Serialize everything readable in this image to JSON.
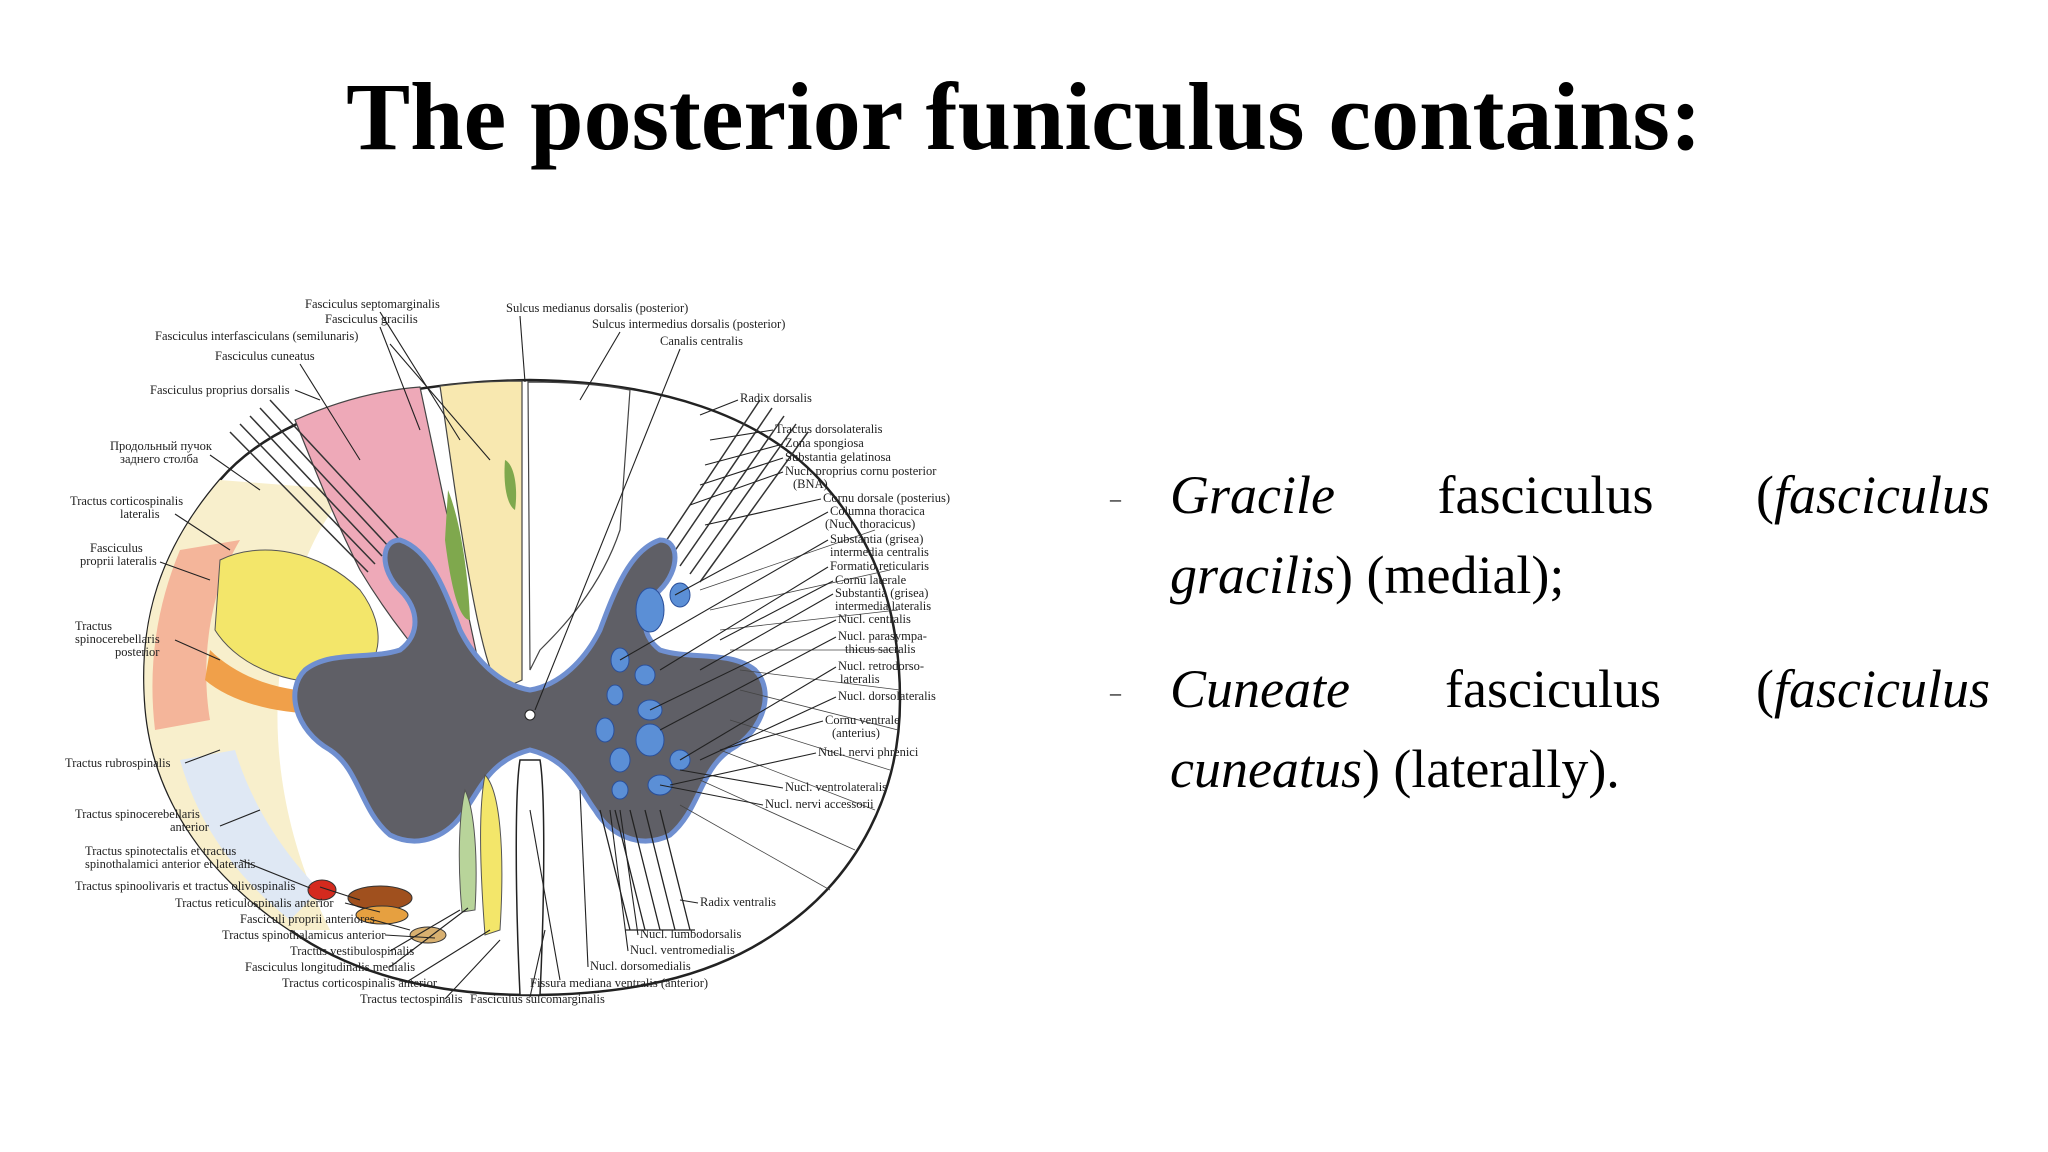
{
  "slide": {
    "title": "The posterior funiculus contains:"
  },
  "bullets": [
    {
      "marker": "–",
      "parts": [
        "Gracile",
        " fasciculus (",
        "fasciculus gracilis",
        ") (medial);"
      ]
    },
    {
      "marker": "–",
      "parts": [
        "Cuneate",
        " fasciculus (",
        "fasciculus cuneatus",
        ") (laterally)."
      ]
    }
  ],
  "figure": {
    "labels_left": [
      "Fasciculus septomarginalis",
      "Fasciculus gracilis",
      "Fasciculus interfasciculans (semilunaris)",
      "Fasciculus cuneatus",
      "Fasciculus proprius dorsalis",
      "Продольный пучок",
      "заднего столба",
      "Tractus corticospinalis",
      "lateralis",
      "Fasciculus",
      "proprii lateralis",
      "Tractus",
      "spinocerebellaris",
      "posterior",
      "Tractus rubrospinalis",
      "Tractus spinocerebellaris",
      "anterior",
      "Tractus spinotectalis et tractus",
      "spinothalamici anterior et lateralis",
      "Tractus spinoolivaris et tractus olivospinalis",
      "Tractus reticulospinalis anterior",
      "Fasciculi proprii anteriores",
      "Tractus spinothalamicus anterior",
      "Tractus vestibulospinalis",
      "Fasciculus longitudinalis medialis",
      "Tractus corticospinalis anterior",
      "Tractus tectospinalis"
    ],
    "labels_top": [
      "Sulcus medianus dorsalis (posterior)",
      "Sulcus intermedius dorsalis (posterior)",
      "Canalis centralis"
    ],
    "labels_right": [
      "Radix dorsalis",
      "Tractus dorsolateralis",
      "Zona spongiosa",
      "Substantia gelatinosa",
      "Nucl. proprius cornu posterior",
      "(BNA)",
      "Cornu dorsale (posterius)",
      "Columna thoracica",
      "(Nucl. thoracicus)",
      "Substantia (grisea)",
      "intermedia centralis",
      "Formatio reticularis",
      "Cornu laterale",
      "Substantia (grisea)",
      "intermedia lateralis",
      "Nucl. centralis",
      "Nucl. parasympa-",
      "thicus sacralis",
      "Nucl. retrodorso-",
      "lateralis",
      "Nucl. dorsolateralis",
      "Cornu ventrale",
      "(anterius)",
      "Nucl. nervi phrenici",
      "Nucl. ventrolateralis",
      "Nucl. nervi accessorii"
    ],
    "labels_bottom": [
      "Radix ventralis",
      "Nucl. lumbodorsalis",
      "Nucl. ventromedialis",
      "Nucl. dorsomedialis",
      "Fissura mediana ventralis (anterior)",
      "Fasciculus sulcomarginalis"
    ],
    "colors": {
      "grey_matter": "#5f5f66",
      "nuclei": "#5b8fd6",
      "gracile": "#f8e8b0",
      "cuneate": "#eea9b8",
      "lateral_corticospinal": "#f3e66a",
      "spinocerebellar_posterior": "#f0a04a",
      "rubrospinal": "#f4b59a",
      "red_tract": "#d42a1e",
      "brown_tract": "#a0501e",
      "green_bundle": "#7fa84d"
    }
  }
}
